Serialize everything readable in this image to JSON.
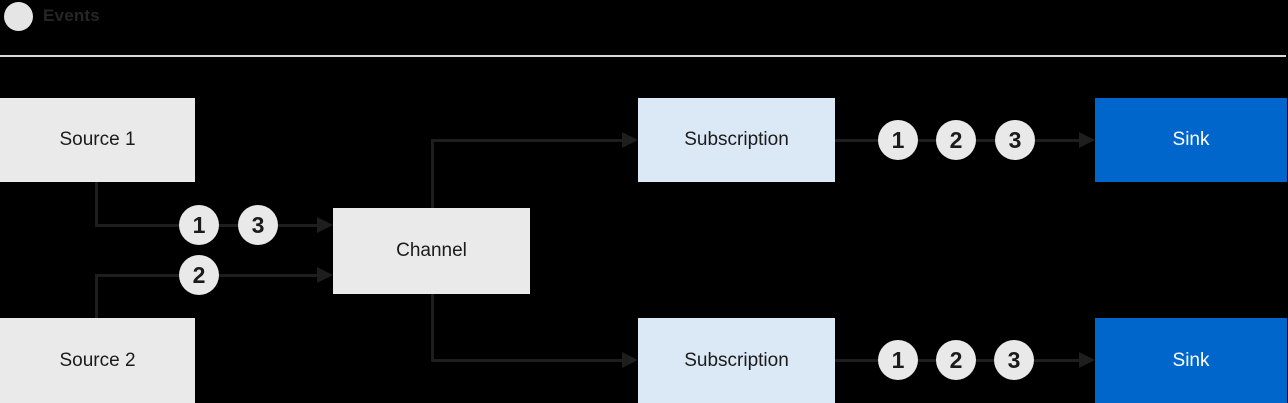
{
  "legend": {
    "label": "Events"
  },
  "nodes": {
    "source1": {
      "label": "Source 1"
    },
    "source2": {
      "label": "Source 2"
    },
    "channel": {
      "label": "Channel"
    },
    "subscription_top": {
      "label": "Subscription"
    },
    "subscription_bottom": {
      "label": "Subscription"
    },
    "sink_top": {
      "label": "Sink"
    },
    "sink_bottom": {
      "label": "Sink"
    }
  },
  "events": {
    "source1_to_channel": [
      "1",
      "3"
    ],
    "source2_to_channel": [
      "2"
    ],
    "subscription_top_to_sink": [
      "1",
      "2",
      "3"
    ],
    "subscription_bottom_to_sink": [
      "1",
      "2",
      "3"
    ]
  },
  "colors": {
    "background": "#000000",
    "node_gray": "#EAEAEA",
    "subscription_blue": "#DBE8F6",
    "sink_blue": "#0066CC",
    "connector": "#1E1E1E",
    "text_dark": "#1B1B1B",
    "text_light": "#FFFFFF",
    "separator": "#D9D9D9",
    "legend_circle": "#E5E5E5"
  }
}
